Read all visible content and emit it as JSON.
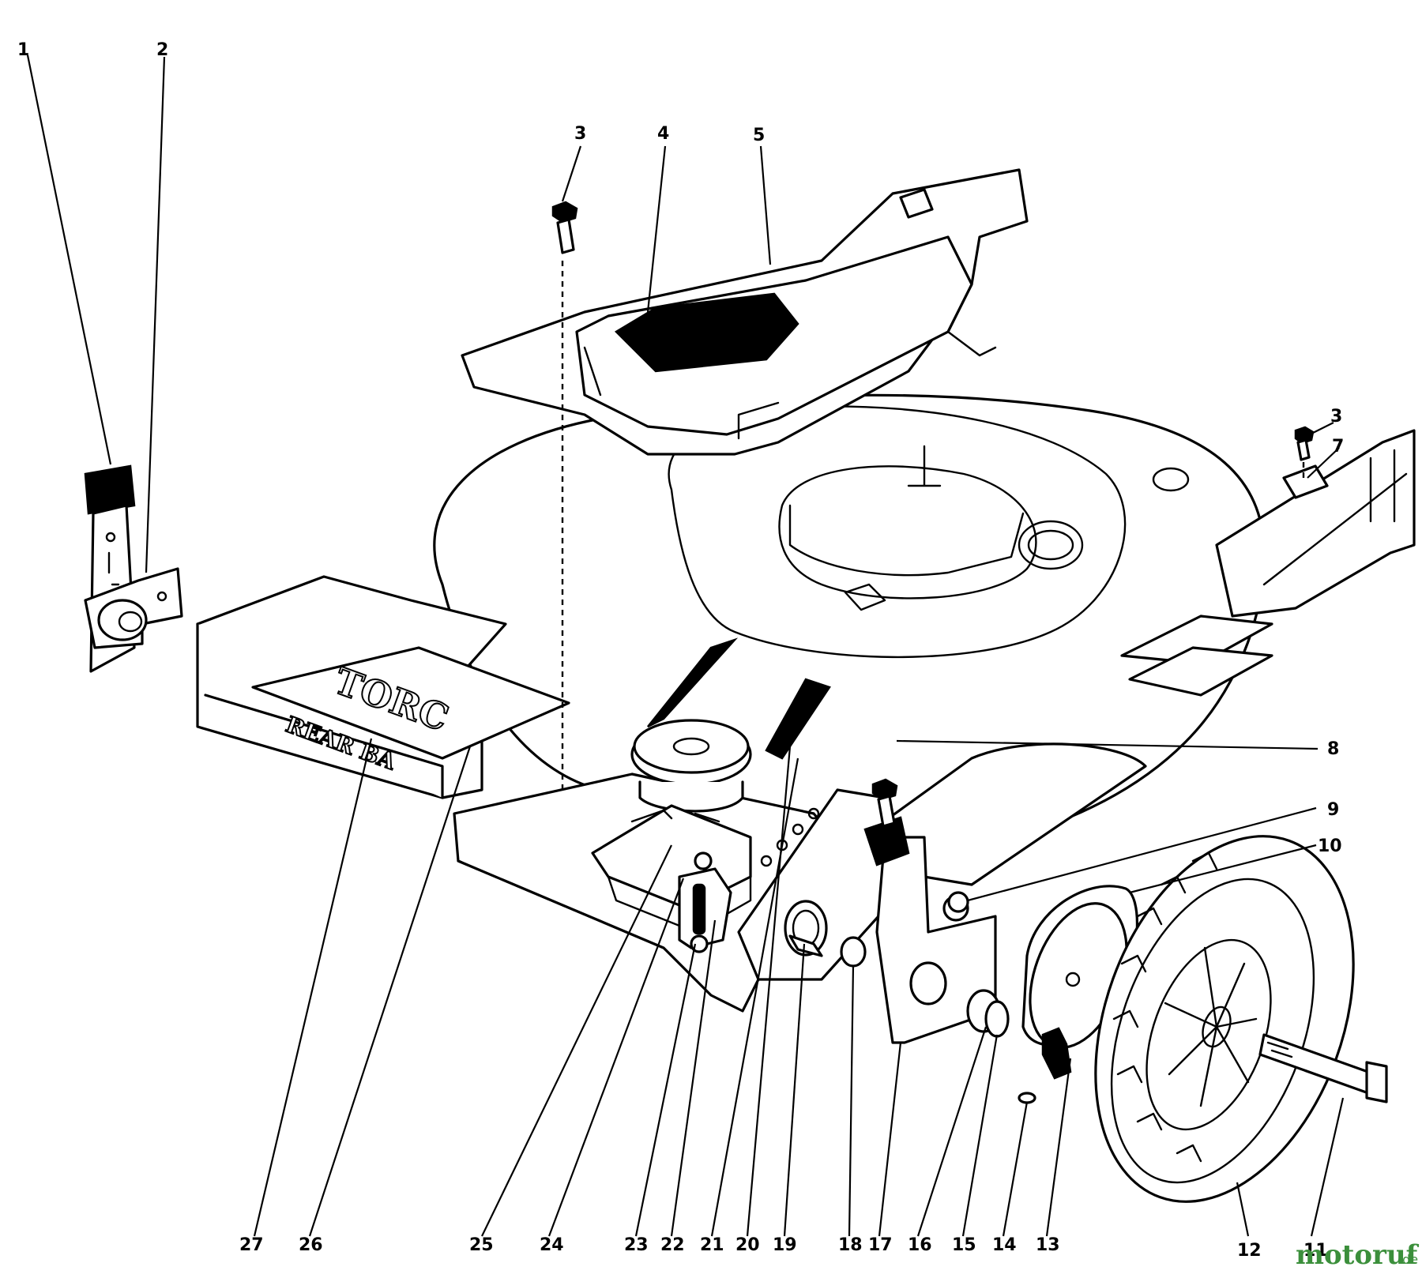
{
  "diagram": {
    "callouts": [
      "1",
      "2",
      "3",
      "4",
      "5",
      "3",
      "7",
      "8",
      "9",
      "10",
      "27",
      "26",
      "25",
      "24",
      "23",
      "22",
      "21",
      "20",
      "19",
      "18",
      "17",
      "16",
      "15",
      "14",
      "13",
      "12",
      "11"
    ],
    "decal_text": [
      "TORC",
      "REAR BA"
    ],
    "watermark": {
      "brand": "motoruf",
      "suffix": ".de"
    }
  }
}
